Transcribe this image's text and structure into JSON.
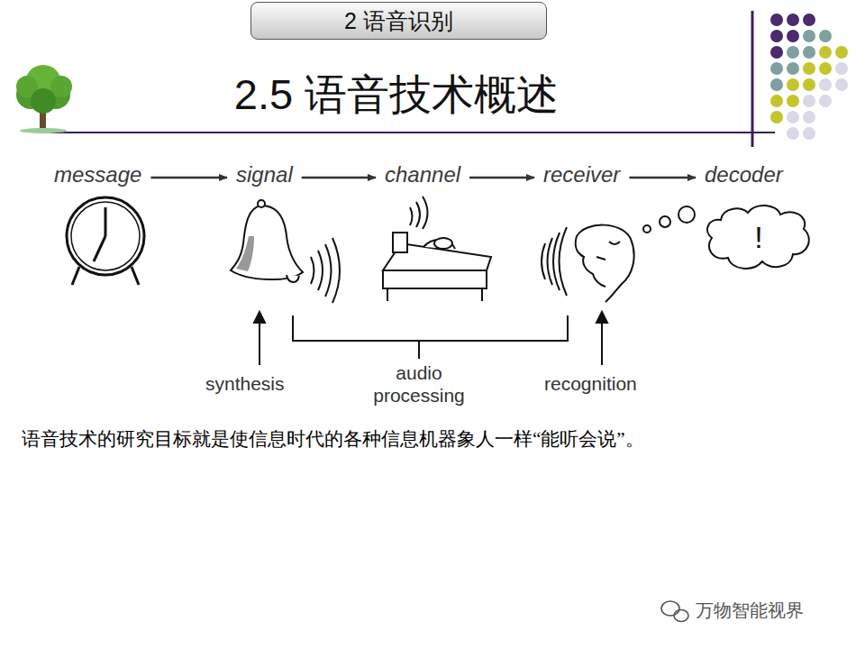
{
  "diagram": {
    "title": "2.5 语音技术概述",
    "nodes": [
      {
        "text": [
          "2 语音识别"
        ]
      },
      {
        "text": [
          "message"
        ]
      },
      {
        "text": [
          "signal"
        ]
      },
      {
        "text": [
          "channel"
        ]
      },
      {
        "text": [
          "receiver"
        ]
      },
      {
        "text": [
          "decoder"
        ]
      },
      {
        "text": [
          "!"
        ]
      }
    ],
    "edges": [
      {
        "from": 1,
        "to": 2,
        "arrow": "to"
      },
      {
        "from": 2,
        "to": 3,
        "arrow": "to"
      },
      {
        "from": 3,
        "to": 4,
        "arrow": "to"
      },
      {
        "from": 4,
        "to": 5,
        "arrow": "to"
      }
    ],
    "labels": [
      "synthesis",
      "audio processing",
      "recognition",
      "语音技术的研究目标就是使信息时代的各种信息机器象人一样“能听会说”。",
      "万物智能视界"
    ]
  }
}
